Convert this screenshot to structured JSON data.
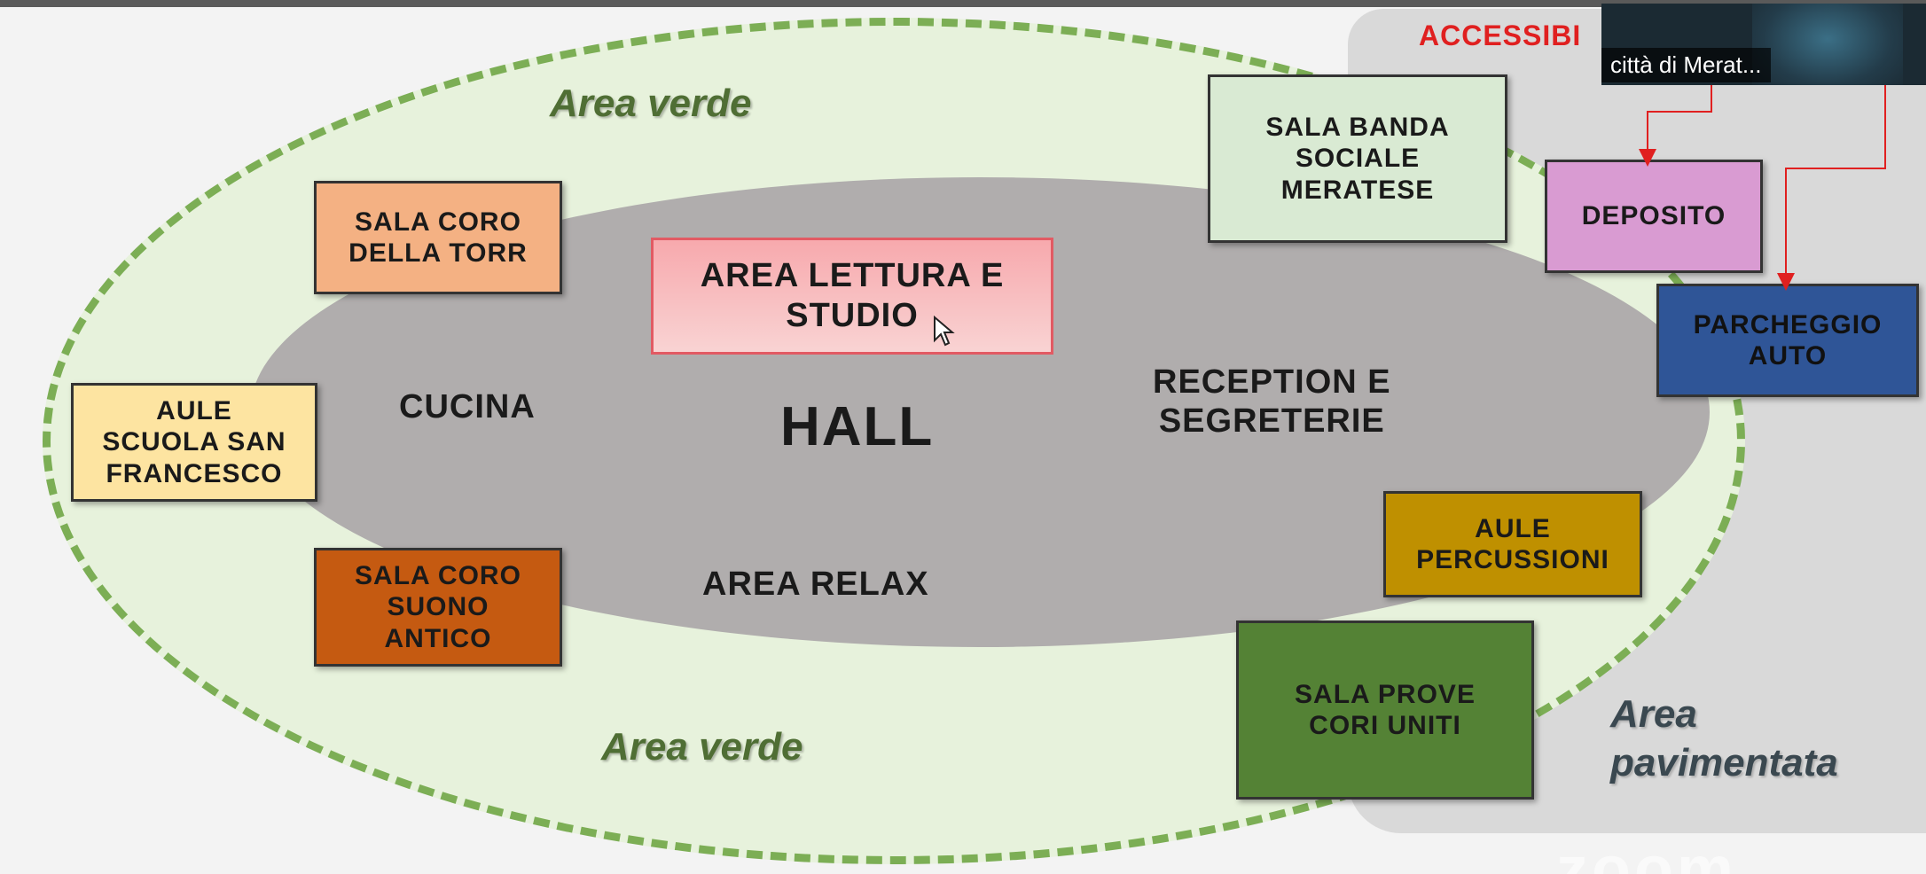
{
  "diagram": {
    "outer_area_top_label": "Area verde",
    "outer_area_bottom_label": "Area verde",
    "paved_area_label": "Area\npavimentata",
    "inner_labels": {
      "hall": "HALL",
      "cucina": "CUCINA",
      "reception": "RECEPTION E\nSEGRETERIE",
      "area_relax": "AREA RELAX"
    },
    "boxes": {
      "area_lettura": "AREA LETTURA E\nSTUDIO",
      "sala_coro_torr": "SALA CORO\nDELLA TORR",
      "aule_san_francesco": "AULE\nSCUOLA SAN\nFRANCESCO",
      "sala_coro_suono_antico": "SALA CORO\nSUONO\nANTICO",
      "sala_banda": "SALA BANDA\nSOCIALE\nMERATESE",
      "deposito": "DEPOSITO",
      "parcheggio_auto": "PARCHEGGIO\nAUTO",
      "aule_percussioni": "AULE\nPERCUSSIONI",
      "sala_prove": "SALA PROVE\nCORI UNITI"
    },
    "accessibility_title": "ACCESSIBI"
  },
  "video_overlay": {
    "participant_name": "città di Merat..."
  },
  "watermark": "zoom",
  "colors": {
    "outer_green": "#7cae55",
    "inner_gray": "#b0adad",
    "lettura_fill": "#f7a9ad",
    "coro_torr_fill": "#f4b183",
    "san_francesco_fill": "#fde4a1",
    "suono_antico_fill": "#c55a11",
    "sala_banda_fill": "#d9ead3",
    "deposito_fill": "#d99bd2",
    "parcheggio_fill": "#2f5597",
    "percussioni_fill": "#bf9000",
    "sala_prove_fill": "#548235",
    "arrow_red": "#e02020"
  }
}
